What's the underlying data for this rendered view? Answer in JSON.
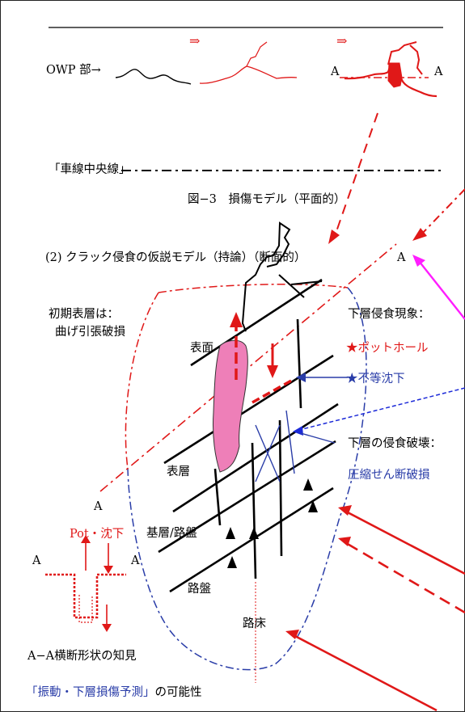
{
  "top": {
    "owp_label": "OWP 部→",
    "arrow1": "⇒",
    "arrow2": "⇒",
    "a_left": "A",
    "a_right": "A"
  },
  "center_line_label": "「車線中央線」",
  "figure_caption": "図−3　損傷モデル（平面的）",
  "section_title": "(2) クラック侵食の仮説モデル（持論）（断面的）",
  "right_a": "A",
  "left_text": {
    "line1": "初期表層は：",
    "line2": "曲げ引張破損"
  },
  "right_text": {
    "line1": "下層侵食現象：",
    "pothole": "★ポットホール",
    "settlement": "★不等沈下",
    "line4": "下層の侵食破壊：",
    "line5": "圧縮せん断破損"
  },
  "layers": {
    "surface": "表面",
    "surface_layer": "表層",
    "base_layer": "基層/路盤",
    "roadbed": "路盤",
    "subgrade": "路床"
  },
  "section": {
    "a_upper": "A",
    "pot": "Pot・沈下",
    "a_left": "A",
    "a_right": "A",
    "knowledge": "A−A横断形状の知見",
    "possibility_prefix": "「振動・下層損傷予測」",
    "possibility_suffix": "の可能性"
  },
  "colors": {
    "red": "#e01818",
    "blue": "#2a3da8",
    "pink": "#ee7fb8",
    "magenta": "#ff1dff"
  }
}
